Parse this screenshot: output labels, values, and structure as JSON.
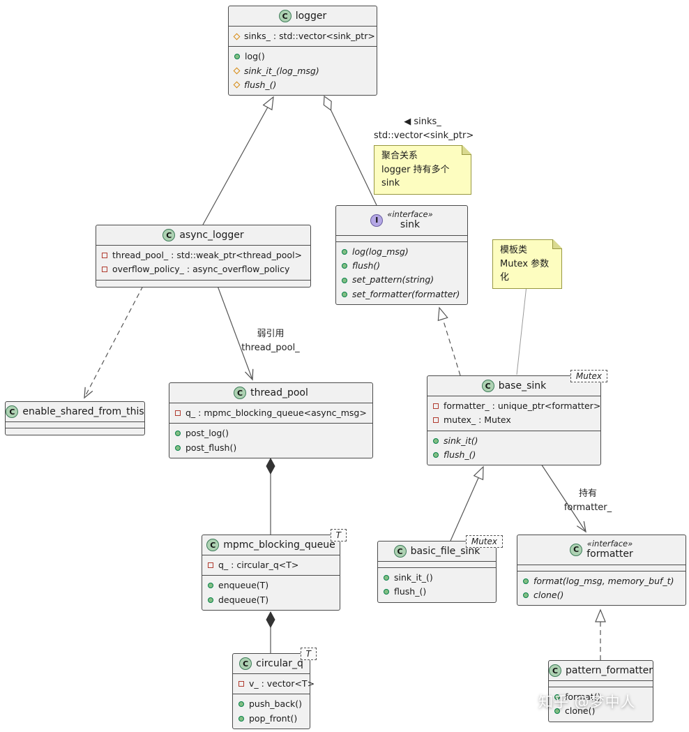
{
  "icons": {
    "class_letter": "C",
    "interface_letter": "I"
  },
  "classes": {
    "logger": {
      "name": "logger",
      "fields": [
        "sinks_ : std::vector<sink_ptr>"
      ],
      "methods": [
        "log()",
        "sink_it_(log_msg)",
        "flush_()"
      ]
    },
    "async_logger": {
      "name": "async_logger",
      "fields": [
        "thread_pool_ : std::weak_ptr<thread_pool>",
        "overflow_policy_ : async_overflow_policy"
      ]
    },
    "sink": {
      "stereotype": "«interface»",
      "name": "sink",
      "methods": [
        "log(log_msg)",
        "flush()",
        "set_pattern(string)",
        "set_formatter(formatter)"
      ]
    },
    "enable_shared_from_this": {
      "name": "enable_shared_from_this"
    },
    "thread_pool": {
      "name": "thread_pool",
      "fields": [
        "q_ : mpmc_blocking_queue<async_msg>"
      ],
      "methods": [
        "post_log()",
        "post_flush()"
      ]
    },
    "base_sink": {
      "name": "base_sink",
      "template_param": "Mutex",
      "fields": [
        "formatter_ : unique_ptr<formatter>",
        "mutex_ : Mutex"
      ],
      "methods": [
        "sink_it()",
        "flush_()"
      ]
    },
    "mpmc_blocking_queue": {
      "name": "mpmc_blocking_queue",
      "template_param": "T",
      "fields": [
        "q_ : circular_q<T>"
      ],
      "methods": [
        "enqueue(T)",
        "dequeue(T)"
      ]
    },
    "basic_file_sink": {
      "name": "basic_file_sink",
      "template_param": "Mutex",
      "methods": [
        "sink_it_()",
        "flush_()"
      ]
    },
    "formatter": {
      "stereotype": "«interface»",
      "name": "formatter",
      "methods": [
        "format(log_msg, memory_buf_t)",
        "clone()"
      ]
    },
    "circular_q": {
      "name": "circular_q",
      "template_param": "T",
      "fields": [
        "v_ : vector<T>"
      ],
      "methods": [
        "push_back()",
        "pop_front()"
      ]
    },
    "pattern_formatter": {
      "name": "pattern_formatter",
      "methods": [
        "format()",
        "clone()"
      ]
    }
  },
  "notes": {
    "aggregation": {
      "line1": "聚合关系",
      "line2": "logger 持有多个 sink"
    },
    "template": {
      "line1": "模板类",
      "line2": "Mutex 参数化"
    }
  },
  "edge_labels": {
    "sinks": {
      "line1": "◀ sinks_",
      "line2": "std::vector<sink_ptr>"
    },
    "weak_ref": {
      "line1": "弱引用",
      "line2": "thread_pool_"
    },
    "holds": {
      "line1": "持有",
      "line2": "formatter_"
    }
  },
  "watermark": "知乎 @梦中人"
}
